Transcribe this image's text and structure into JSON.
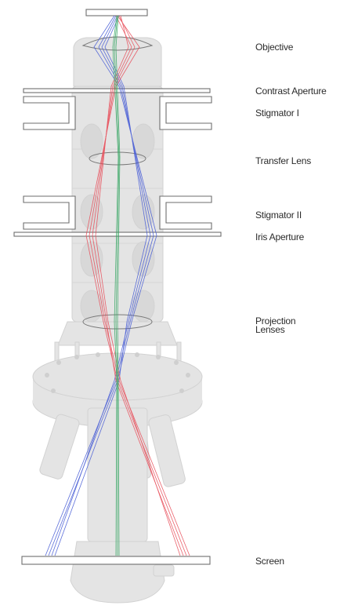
{
  "labels": {
    "objective": "Objective",
    "contrast_aperture": "Contrast Aperture",
    "stigmator_1": "Stigmator I",
    "transfer_lens": "Transfer Lens",
    "stigmator_2": "Stigmator II",
    "iris_aperture": "Iris Aperture",
    "projection_lenses_line1": "Projection",
    "projection_lenses_line2": "Lenses",
    "screen": "Screen"
  },
  "ray_colors": {
    "red": "#e8505c",
    "blue": "#4a5fd6",
    "green": "#3aa866"
  },
  "body_color": "#e3e3e3",
  "outline_color": "#6a6a6a"
}
